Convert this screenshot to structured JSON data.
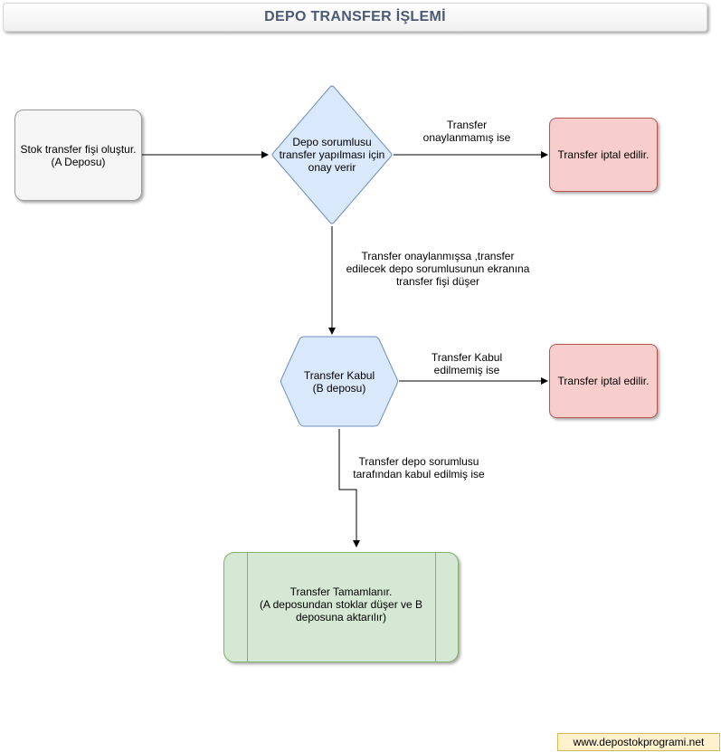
{
  "header": {
    "title": "DEPO TRANSFER İŞLEMİ"
  },
  "nodes": {
    "start": "Stok transfer fişi oluştur.\n(A Deposu)",
    "approve": "Depo sorumlusu\ntransfer yapılması için\nonay verir",
    "cancel_1": "Transfer iptal edilir.",
    "accept": "Transfer Kabul\n(B deposu)",
    "cancel_2": "Transfer iptal edilir.",
    "complete": "Transfer Tamamlanır.\n(A deposundan stoklar düşer ve B\ndeposuna aktarılır)"
  },
  "edge_labels": {
    "not_approved": "Transfer\nonaylanmamış ise",
    "approved": "Transfer onaylanmışsa ,transfer\nedilecek depo sorumlusunun ekranına\ntransfer fişi düşer",
    "not_accepted": "Transfer  Kabul\nedilmemiş ise",
    "accepted": "Transfer  depo sorumlusu\ntarafından kabul edilmiş ise"
  },
  "footer": {
    "website": "www.depostokprogrami.net"
  },
  "colors": {
    "decision_fill": "#dae8fc",
    "decision_stroke": "#6c8ebf",
    "cancel_fill": "#f8cecc",
    "complete_fill": "#d5e8d4",
    "footer_fill": "#fff2cc"
  }
}
